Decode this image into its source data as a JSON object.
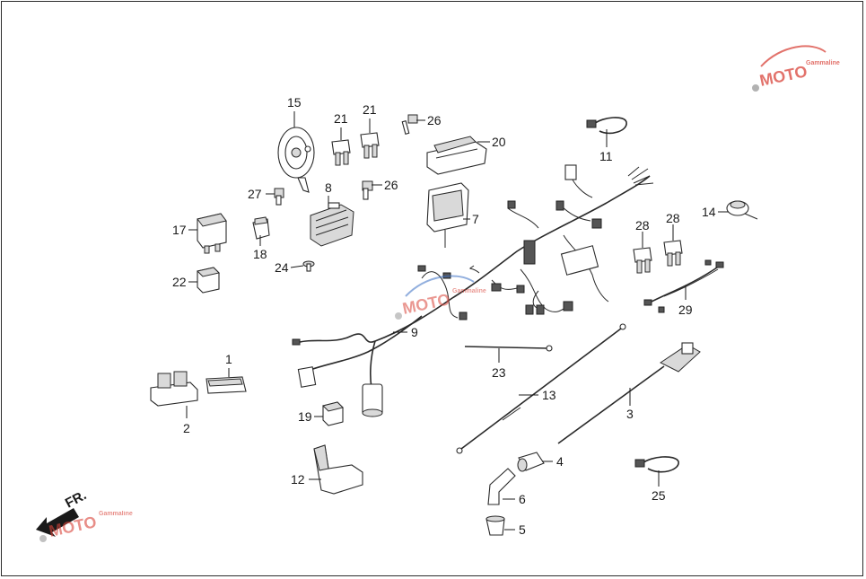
{
  "callouts": [
    {
      "id": "1",
      "label": "1"
    },
    {
      "id": "2",
      "label": "2"
    },
    {
      "id": "3",
      "label": "3"
    },
    {
      "id": "4",
      "label": "4"
    },
    {
      "id": "5",
      "label": "5"
    },
    {
      "id": "6",
      "label": "6"
    },
    {
      "id": "7",
      "label": "7"
    },
    {
      "id": "8",
      "label": "8"
    },
    {
      "id": "9",
      "label": "9"
    },
    {
      "id": "11",
      "label": "11"
    },
    {
      "id": "12",
      "label": "12"
    },
    {
      "id": "13",
      "label": "13"
    },
    {
      "id": "14",
      "label": "14"
    },
    {
      "id": "15",
      "label": "15"
    },
    {
      "id": "17",
      "label": "17"
    },
    {
      "id": "18",
      "label": "18"
    },
    {
      "id": "19",
      "label": "19"
    },
    {
      "id": "20",
      "label": "20"
    },
    {
      "id": "21a",
      "label": "21"
    },
    {
      "id": "21b",
      "label": "21"
    },
    {
      "id": "22",
      "label": "22"
    },
    {
      "id": "23",
      "label": "23"
    },
    {
      "id": "24",
      "label": "24"
    },
    {
      "id": "25",
      "label": "25"
    },
    {
      "id": "26a",
      "label": "26"
    },
    {
      "id": "26b",
      "label": "26"
    },
    {
      "id": "27",
      "label": "27"
    },
    {
      "id": "28a",
      "label": "28"
    },
    {
      "id": "28b",
      "label": "28"
    },
    {
      "id": "29",
      "label": "29"
    }
  ],
  "front_indicator": {
    "label": "FR."
  },
  "watermark": {
    "text": "MOTO",
    "subtext": "Gammaline"
  },
  "colors": {
    "line": "#2a2a2a",
    "watermark_red": "#d9443a",
    "watermark_blue": "#3a6fc4",
    "arrow": "#1a1a1a"
  }
}
